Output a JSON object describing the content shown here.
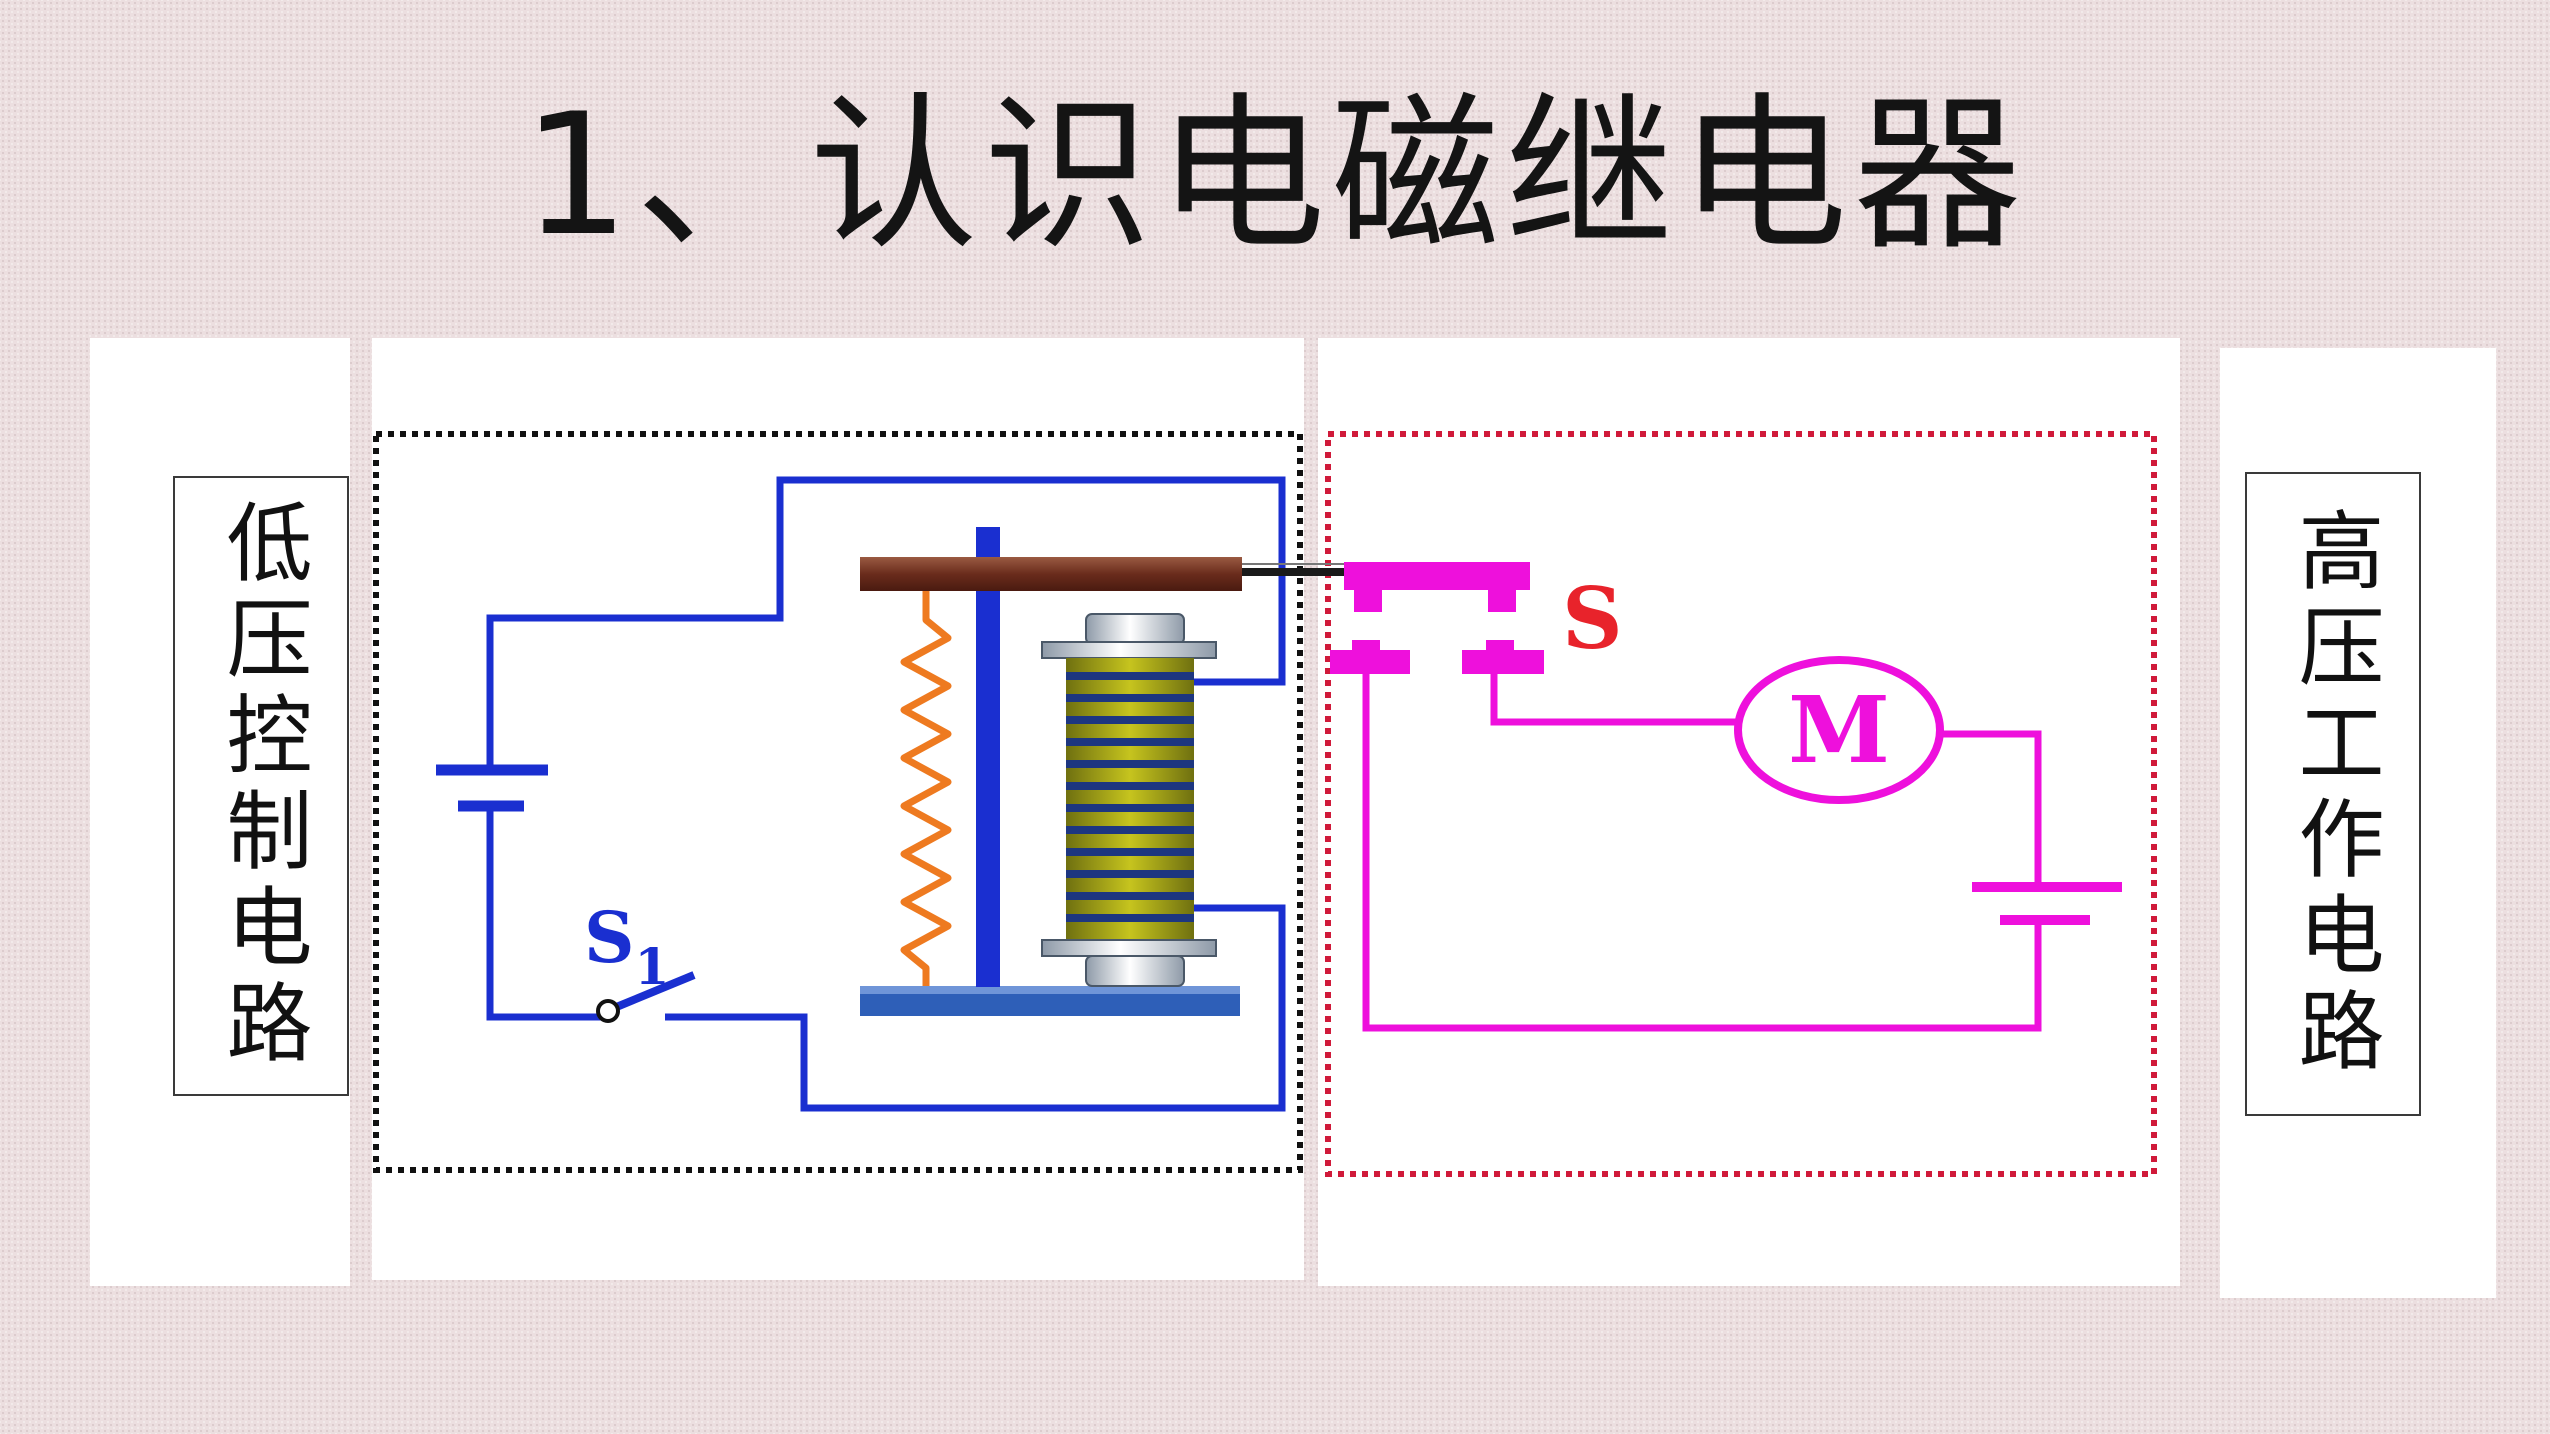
{
  "title": "1、认识电磁继电器",
  "left_label": "低压控制电路",
  "right_label": "高压工作电路",
  "switch_control_label": "S",
  "switch_control_subscript": "1",
  "switch_work_label": "S",
  "motor_label": "M",
  "colors": {
    "control_wire": "#1a2fd0",
    "work_wire": "#ee10dc",
    "switch_label_red": "#e8232b",
    "spring": "#ee7a20",
    "armature": "#7a3a26",
    "coil_body": "#9c9c12",
    "coil_winding": "#1d3680",
    "control_box_border": "#111111",
    "work_box_border": "#d01a3a"
  }
}
